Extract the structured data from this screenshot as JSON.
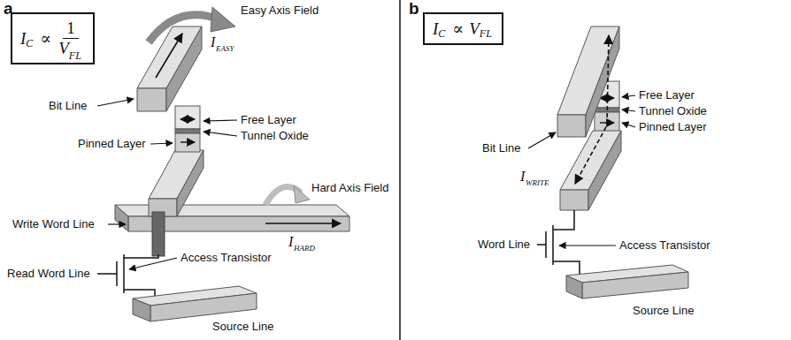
{
  "diagram": {
    "nodes": [
      {
        "text": [
          "I",
          "C",
          "∝",
          "1",
          "V",
          "FL"
        ]
      },
      {
        "text": [
          "I",
          "C",
          "∝",
          "V",
          "FL"
        ]
      }
    ],
    "labels": [
      "a",
      "Easy Axis Field",
      "I",
      "EASY",
      "Bit Line",
      "Free Layer",
      "Tunnel Oxide",
      "Pinned Layer",
      "Hard Axis Field",
      "Write Word Line",
      "I",
      "HARD",
      "Read Word Line",
      "Access Transistor",
      "Source Line",
      "b",
      "Bit Line",
      "Free Layer",
      "Tunnel Oxide",
      "Pinned Layer",
      "I",
      "WRITE",
      "Word Line",
      "Access Transistor",
      "Source Line"
    ]
  }
}
